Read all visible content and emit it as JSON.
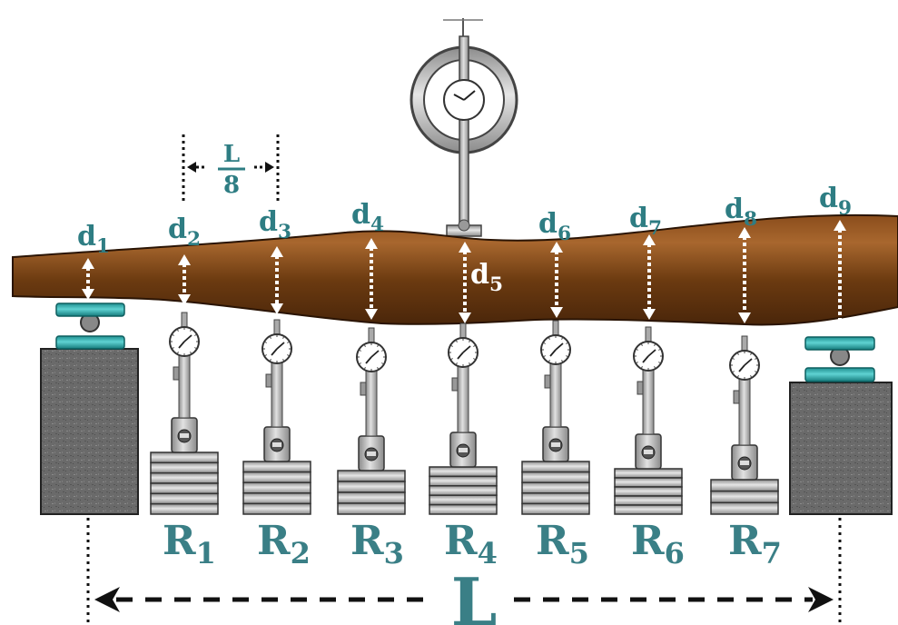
{
  "diagram": {
    "span_label": "L",
    "spacing_label": {
      "numerator": "L",
      "denominator": "8"
    },
    "thickness_labels": [
      {
        "base": "d",
        "sub": "1"
      },
      {
        "base": "d",
        "sub": "2"
      },
      {
        "base": "d",
        "sub": "3"
      },
      {
        "base": "d",
        "sub": "4"
      },
      {
        "base": "d",
        "sub": "5"
      },
      {
        "base": "d",
        "sub": "6"
      },
      {
        "base": "d",
        "sub": "7"
      },
      {
        "base": "d",
        "sub": "8"
      },
      {
        "base": "d",
        "sub": "9"
      }
    ],
    "gauge_labels": [
      {
        "base": "R",
        "sub": "1"
      },
      {
        "base": "R",
        "sub": "2"
      },
      {
        "base": "R",
        "sub": "3"
      },
      {
        "base": "R",
        "sub": "4"
      },
      {
        "base": "R",
        "sub": "5"
      },
      {
        "base": "R",
        "sub": "6"
      },
      {
        "base": "R",
        "sub": "7"
      }
    ],
    "colors": {
      "beam": "#6b3a10",
      "beam_highlight": "#9a5a24",
      "support_block": "#6e6e6e",
      "support_pad": "#2aa8a8",
      "label": "#2e7d83",
      "gauge_metal": "#b8b8b8"
    }
  }
}
